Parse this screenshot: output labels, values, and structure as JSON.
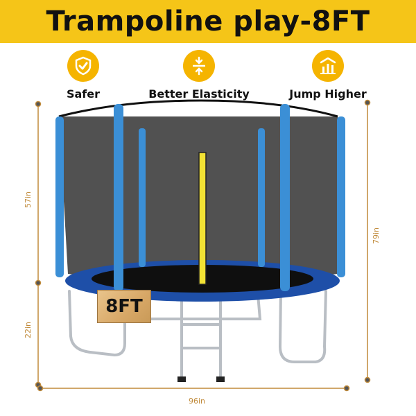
{
  "title": "Trampoline play-8FT",
  "features": [
    {
      "icon": "checkmark-shield-icon",
      "label": "Safer"
    },
    {
      "icon": "compress-arrows-icon",
      "label": "Better Elasticity"
    },
    {
      "icon": "rising-bars-icon",
      "label": "Jump Higher"
    }
  ],
  "dimensions": {
    "net_height": "57in",
    "leg_height": "22in",
    "total_height": "79in",
    "diameter": "96in"
  },
  "sign_text": "8FT",
  "colors": {
    "banner": "#f5c518",
    "badge": "#f5b400",
    "pad_blue": "#1e4fa8",
    "pole_blue": "#3b8fd6",
    "net": "#222222",
    "dimension_line": "#c08a3a"
  }
}
